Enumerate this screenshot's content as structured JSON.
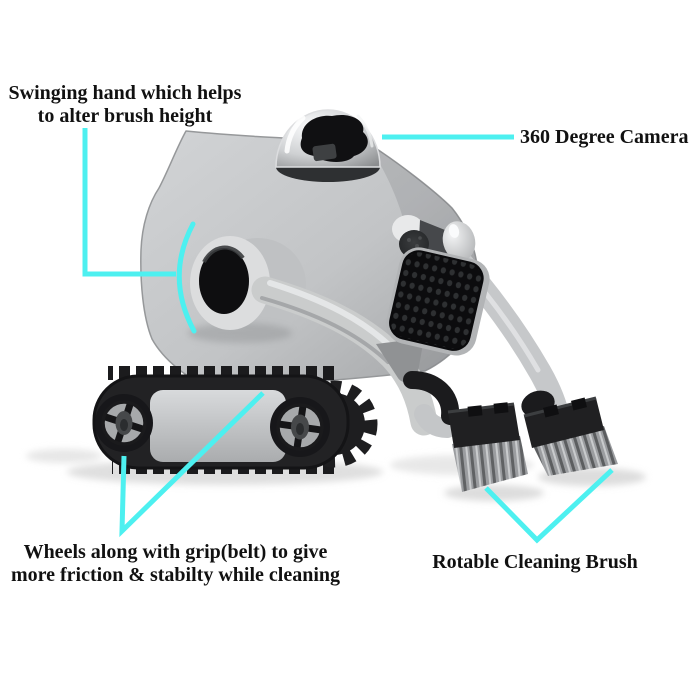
{
  "page": {
    "background": "#ffffff"
  },
  "diagram": {
    "accent_color": "#4df0f0",
    "text_color": "#111111",
    "robot_colors": {
      "body": "#c3c5c7",
      "dark_parts": "#1b1b1d",
      "brush_bristles": "#9fa1a3"
    },
    "annotations": {
      "swinging_hand": {
        "line1": "Swinging hand which helps",
        "line2": "to alter brush height"
      },
      "camera": {
        "text": "360 Degree Camera"
      },
      "wheels": {
        "line1": "Wheels along with grip(belt) to give",
        "line2": "more friction & stabilty while cleaning"
      },
      "cleaning_brush": {
        "text": "Rotable Cleaning Brush"
      }
    }
  }
}
